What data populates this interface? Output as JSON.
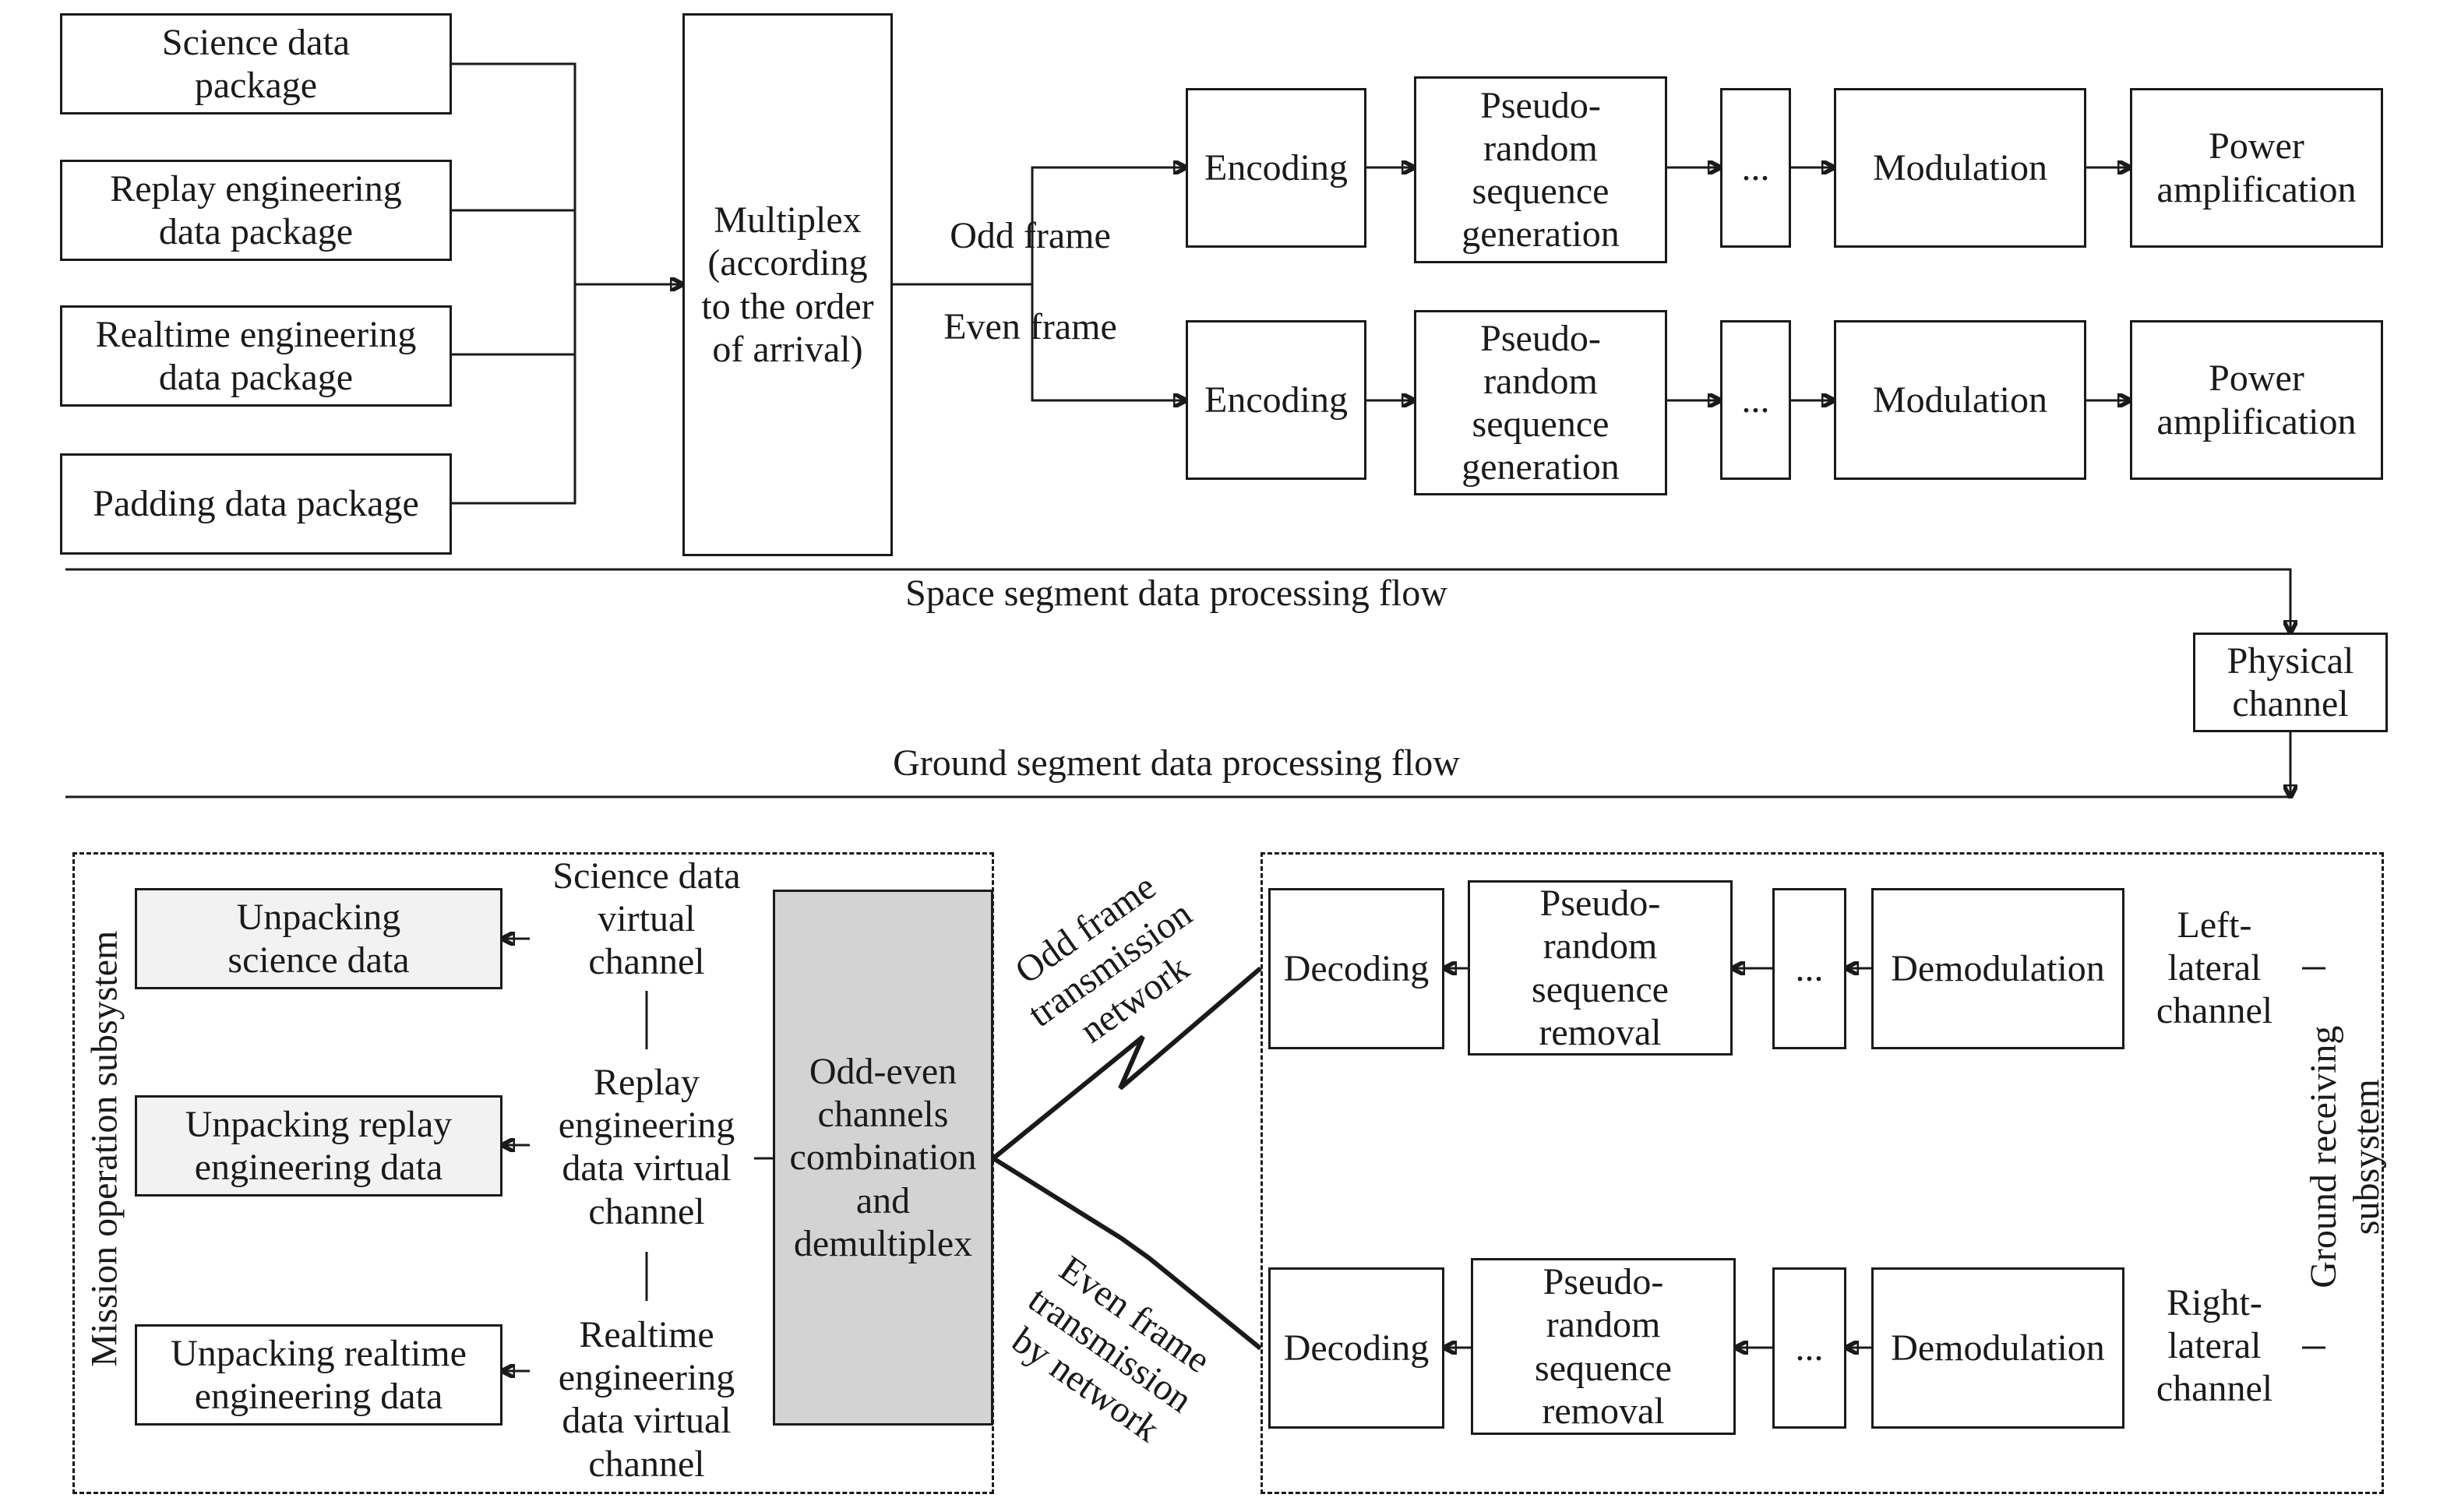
{
  "space_segment": {
    "science_package": "Science data\npackage",
    "replay_package": "Replay engineering\ndata package",
    "realtime_package": "Realtime engineering\ndata package",
    "padding_package": "Padding data package",
    "multiplex": "Multiplex\n(according\nto the order\nof arrival)",
    "odd_frame": "Odd frame",
    "even_frame": "Even frame",
    "encoding": "Encoding",
    "pseudo_random_generation": "Pseudo-\nrandom\nsequence\ngeneration",
    "ellipsis": "...",
    "modulation": "Modulation",
    "power_amplification": "Power\namplification"
  },
  "flow_labels": {
    "space_flow": "Space segment data processing flow",
    "physical_channel": "Physical\nchannel",
    "ground_flow": "Ground segment data processing flow"
  },
  "mission_operation": {
    "subsystem_label": "Mission operation subsystem",
    "unpack_science": "Unpacking\nscience data",
    "unpack_replay": "Unpacking replay\nengineering data",
    "unpack_realtime": "Unpacking realtime\nengineering data",
    "science_vc": "Science data\nvirtual\nchannel",
    "replay_vc": "Replay\nengineering\ndata virtual\nchannel",
    "realtime_vc": "Realtime\nengineering\ndata virtual\nchannel",
    "combination": "Odd-even\nchannels\ncombination\nand\ndemultiplex"
  },
  "networks": {
    "odd_network": "Odd frame\ntransmission\nnetwork",
    "even_network": "Even frame\ntransmission\nby network"
  },
  "ground_receiving": {
    "subsystem_label": "Ground receiving\nsubsystem",
    "decoding": "Decoding",
    "pseudo_random_removal": "Pseudo-\nrandom\nsequence\nremoval",
    "ellipsis": "...",
    "demodulation": "Demodulation",
    "left_channel": "Left-\nlateral\nchannel",
    "right_channel": "Right-\nlateral\nchannel"
  }
}
